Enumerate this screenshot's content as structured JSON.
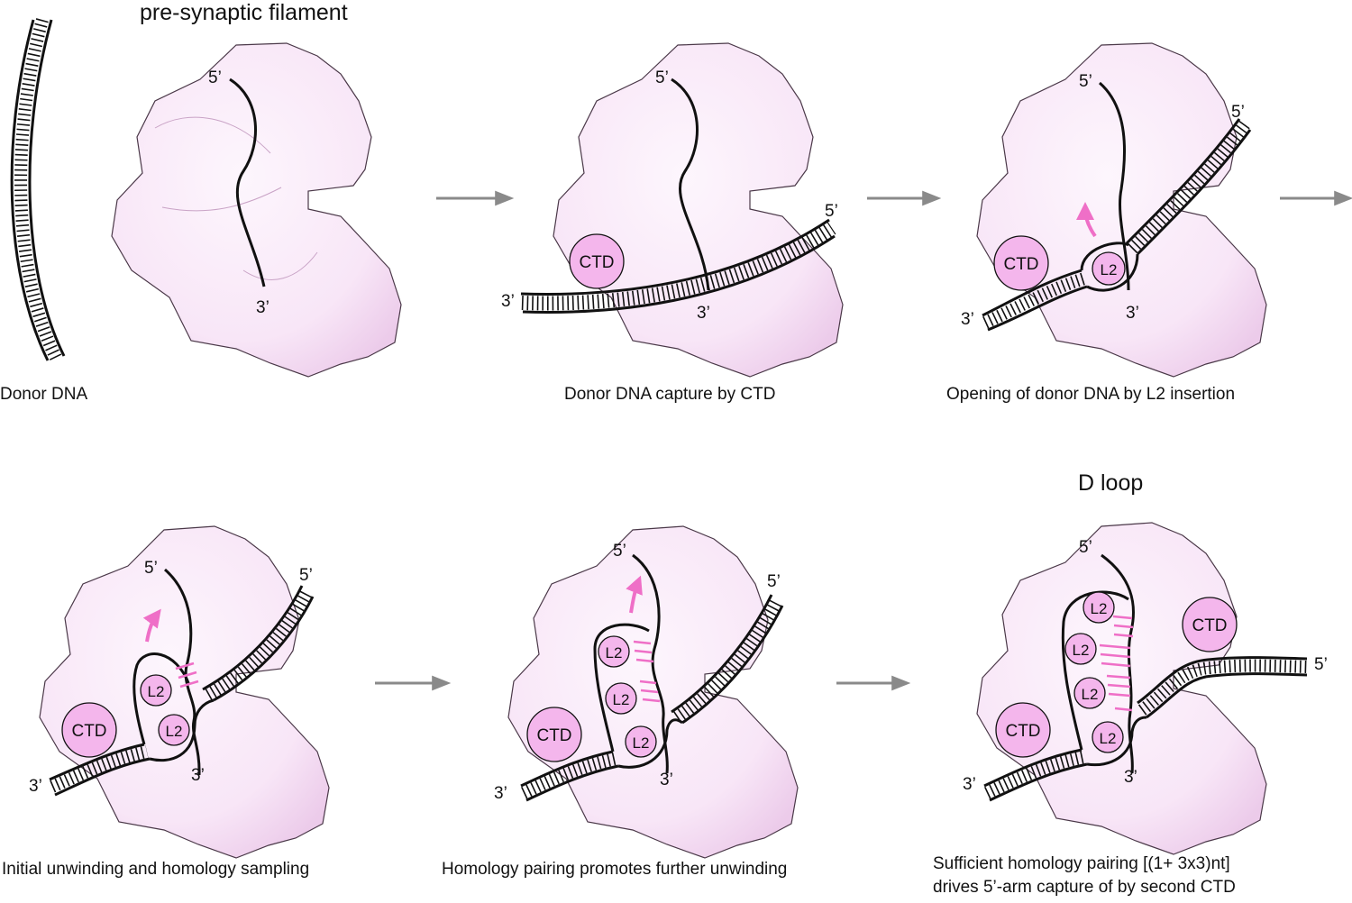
{
  "titles": {
    "presynaptic": "pre-synaptic filament",
    "dloop": "D loop"
  },
  "captions": {
    "p0": "Donor DNA",
    "p1": "Donor DNA capture by CTD",
    "p2": "Opening of donor DNA by L2 insertion",
    "p3": "Initial unwinding and homology sampling",
    "p4": "Homology pairing promotes further unwinding",
    "p5_line1": "Sufficient homology pairing [(1+ 3x3)nt]",
    "p5_line2": "drives 5’-arm capture of by second CTD"
  },
  "labels": {
    "five_prime": "5’",
    "three_prime": "3’",
    "ctd": "CTD",
    "l2": "L2"
  },
  "colors": {
    "protein_fill": "#f9e9f8",
    "protein_edge": "#4a3848",
    "domain_fill": "#f4b6ec",
    "pink_accent": "#ef6fc7",
    "arrow_gray": "#8a8a8a",
    "dna": "#111111"
  }
}
